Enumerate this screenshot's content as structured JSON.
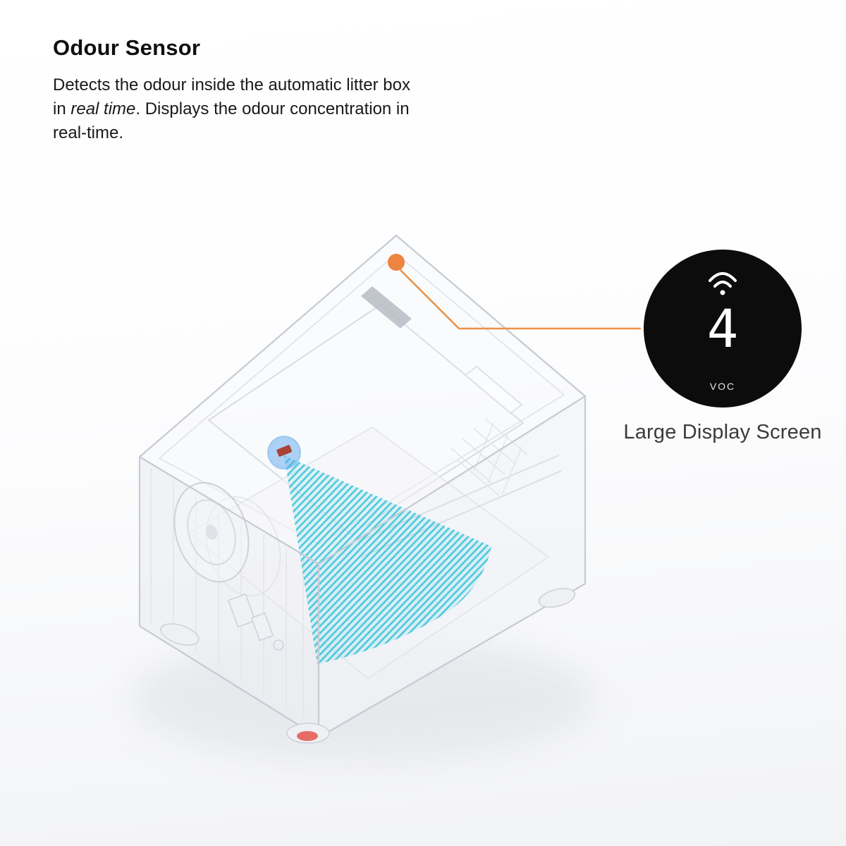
{
  "header": {
    "title": "Odour Sensor",
    "description_part1": "Detects the odour inside the automatic litter box in ",
    "description_italic": "real time",
    "description_part2": ". Displays the odour concentration in real-time."
  },
  "callout": {
    "caption": "Large Display Screen",
    "display_value": "4",
    "display_unit": "VOC"
  },
  "icons": {
    "wifi": "wifi-icon",
    "marker": "odour-sensor-marker-dot"
  },
  "colors": {
    "accent_orange": "#ED8440",
    "beam_cyan": "#27BFD8",
    "sensor_blue": "#5FA8EC",
    "screen_black": "#0C0C0D",
    "caption_gray": "#3B3B3B"
  }
}
